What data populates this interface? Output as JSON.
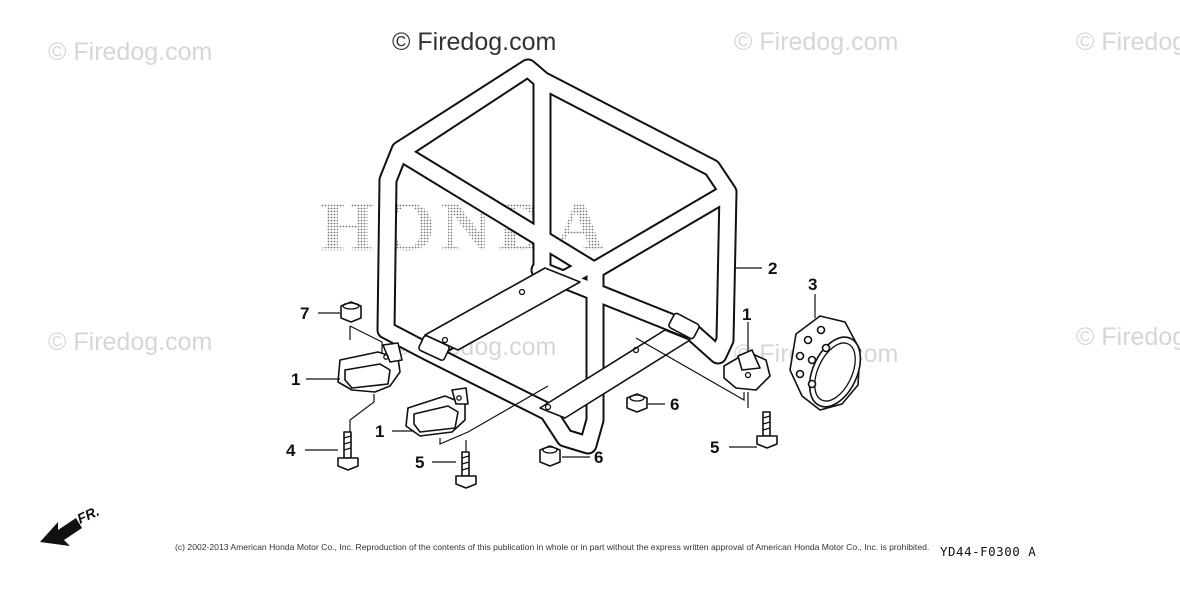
{
  "watermarks": {
    "text": "© Firedog.com"
  },
  "brand_text": "HONDA",
  "callouts": [
    "1",
    "1",
    "1",
    "2",
    "3",
    "4",
    "5",
    "5",
    "6",
    "6",
    "7"
  ],
  "direction_label": "FR.",
  "copyright": "(c) 2002-2013 American Honda Motor Co., Inc. Reproduction of the contents of this publication in whole or in part without the express written approval of American Honda Motor Co., Inc. is prohibited.",
  "diagram_code": "YD44-F0300 A",
  "colors": {
    "watermark": "#d6d6d6",
    "ink": "#111111",
    "background": "#ffffff"
  }
}
